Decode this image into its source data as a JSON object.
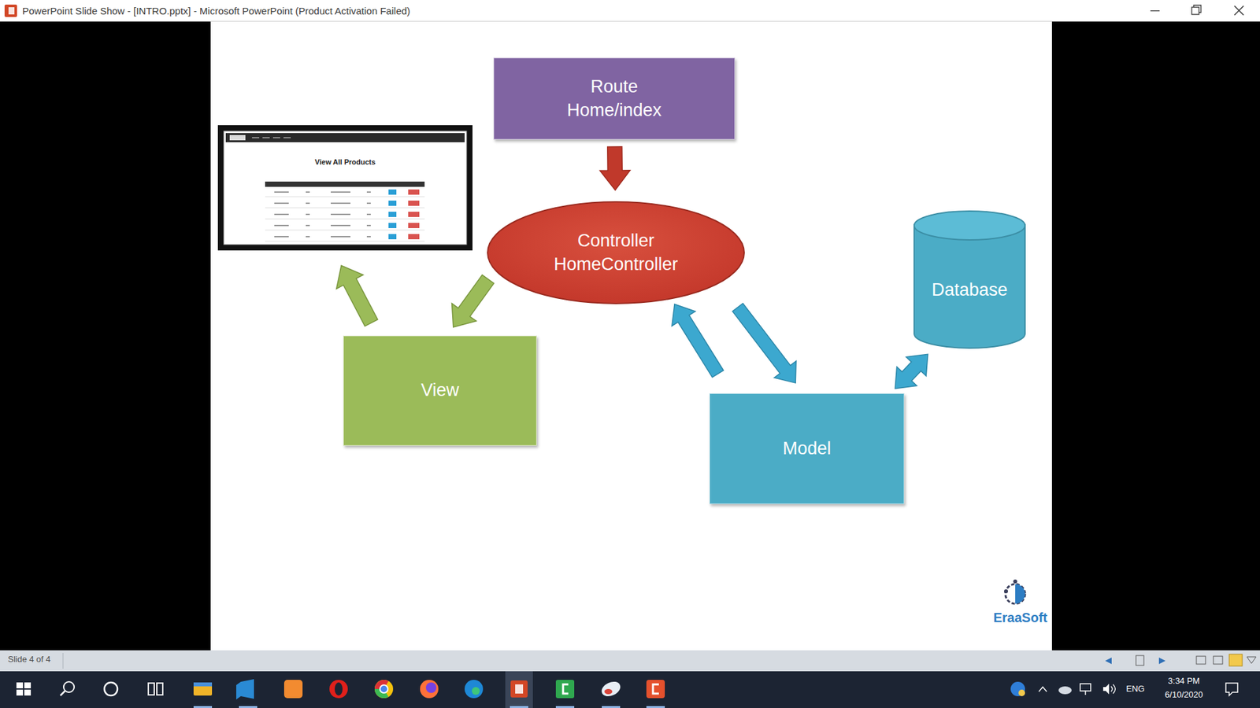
{
  "diagram": {
    "nodes": [
      {
        "text": [
          "Route",
          "Home/index"
        ]
      },
      {
        "text": [
          "View All Products"
        ]
      },
      {
        "text": [
          "Controller",
          "HomeController"
        ]
      },
      {
        "text": [
          "Database"
        ]
      },
      {
        "text": [
          "View"
        ]
      },
      {
        "text": [
          "Model"
        ]
      }
    ],
    "edges": [
      {
        "from": 0,
        "to": 2,
        "arrow": "to"
      },
      {
        "from": 2,
        "to": 4,
        "arrow": "to"
      },
      {
        "from": 4,
        "to": 1,
        "arrow": "to"
      },
      {
        "from": 2,
        "to": 5,
        "arrow": "to"
      },
      {
        "from": 5,
        "to": 2,
        "arrow": "to"
      },
      {
        "from": 5,
        "to": 3,
        "arrow": "both"
      }
    ],
    "labels": [
      "PowerPoint Slide Show - [INTRO.pptx] - Microsoft PowerPoint (Product Activation Failed)",
      "EraaSoft",
      "Slide 4 of 4",
      "ENG",
      "3:34 PM",
      "6/10/2020"
    ]
  }
}
